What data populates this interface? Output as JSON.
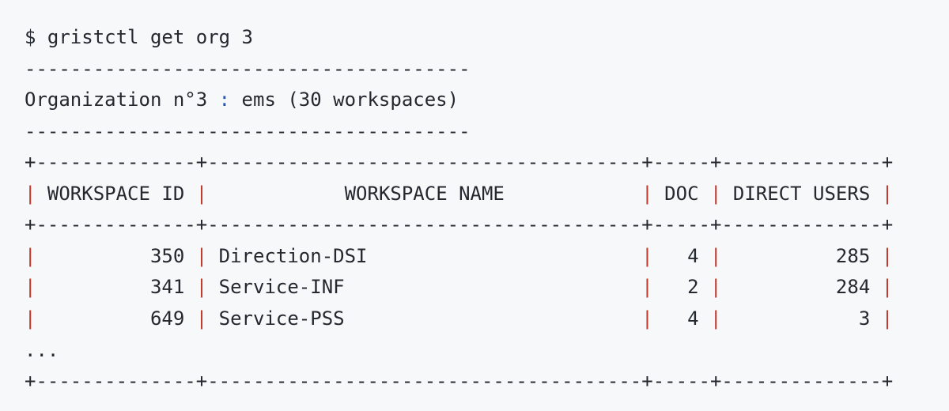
{
  "terminal": {
    "background_color": "#f7f8fa",
    "text_color": "#24282f",
    "pipe_color": "#c0392b",
    "accent_color": "#2b56a5",
    "prompt_symbol": "$",
    "command": "gristctl get org 3",
    "rule": "---------------------------------------",
    "header": {
      "label_prefix": "Organization n°3 ",
      "separator": ":",
      "label_suffix": " ems (30 workspaces)",
      "org_number": "3",
      "org_name": "ems",
      "workspace_count": "30 workspaces"
    },
    "ellipsis": "...",
    "table": {
      "border_left": "+",
      "border_right": "+",
      "border_cross": "+",
      "border_fill": "-",
      "pipe": "|",
      "segments": [
        "--------------",
        "--------------------------------------",
        "-----",
        "--------------"
      ],
      "columns": [
        {
          "name": "workspace-id",
          "header": "WORKSPACE ID",
          "align": "right",
          "width": 18
        },
        {
          "name": "workspace-name",
          "header": "WORKSPACE NAME",
          "align": "left",
          "width": 38
        },
        {
          "name": "doc",
          "header": "DOC",
          "align": "right",
          "width": 7
        },
        {
          "name": "direct-users",
          "header": "DIRECT USERS",
          "align": "right",
          "width": 17
        }
      ],
      "rows": [
        {
          "workspace_id": "350",
          "workspace_name": "Direction-DSI",
          "doc": "4",
          "direct_users": "285"
        },
        {
          "workspace_id": "341",
          "workspace_name": "Service-INF",
          "doc": "2",
          "direct_users": "284"
        },
        {
          "workspace_id": "649",
          "workspace_name": "Service-PSS",
          "doc": "4",
          "direct_users": "3"
        }
      ],
      "truncated": true
    }
  },
  "lines": {
    "command_line": "$ gristctl get org 3",
    "rule_top": "---------------------------------------",
    "rule_bottom": "---------------------------------------",
    "org_line_pre": "Organization n°3 ",
    "org_line_colon": ":",
    "org_line_post": " ems (30 workspaces)",
    "table_border": "+--------------+--------------------------------------+-----+--------------+",
    "header_seg_id": " WORKSPACE ID ",
    "header_seg_name": "            WORKSPACE NAME            ",
    "header_seg_doc": " DOC ",
    "header_seg_users": " DIRECT USERS ",
    "row1_id": "          350 ",
    "row1_name": " Direction-DSI                        ",
    "row1_doc": "   4 ",
    "row1_users": "          285 ",
    "row2_id": "          341 ",
    "row2_name": " Service-INF                          ",
    "row2_doc": "   2 ",
    "row2_users": "          284 ",
    "row3_id": "          649 ",
    "row3_name": " Service-PSS                          ",
    "row3_doc": "   4 ",
    "row3_users": "            3 ",
    "ellipsis_line": "..."
  }
}
